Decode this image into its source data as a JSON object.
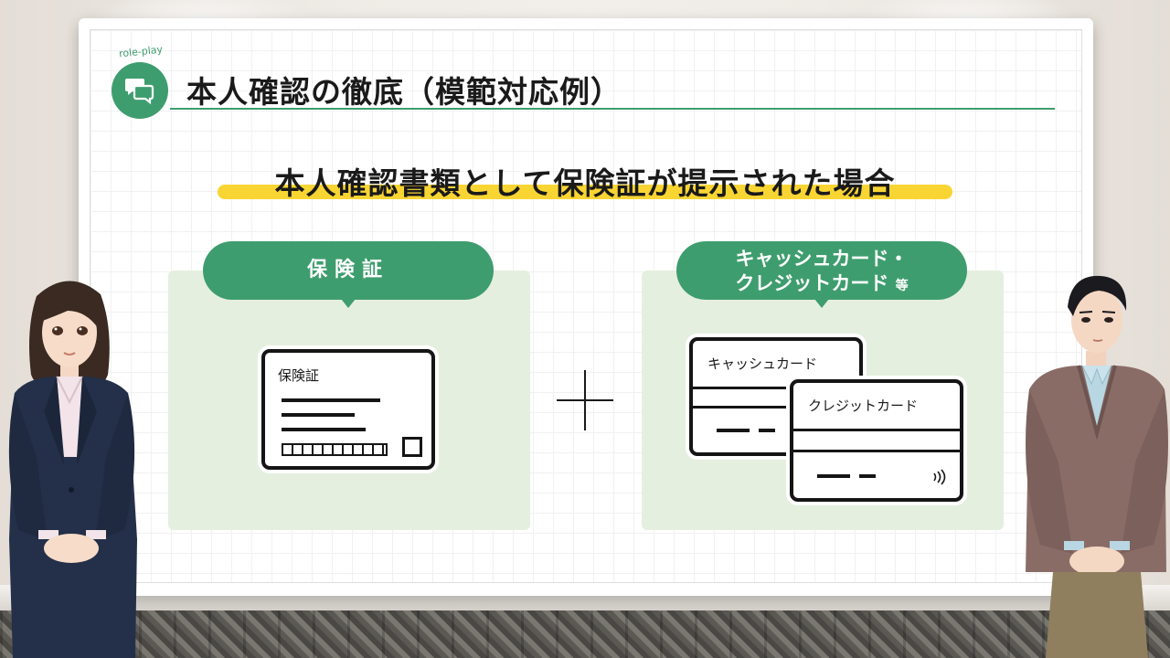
{
  "header": {
    "badge_text": "role-play",
    "title": "本人確認の徹底（模範対応例）"
  },
  "subtitle": "本人確認書類として保険証が提示された場合",
  "left_panel": {
    "pill_label": "保険証",
    "card_label": "保険証"
  },
  "right_panel": {
    "pill_line1": "キャッシュカード・",
    "pill_line2": "クレジットカード",
    "pill_suffix": "等",
    "cash_card_label": "キャッシュカード",
    "credit_card_label": "クレジットカード"
  },
  "colors": {
    "accent_green": "#3e9d6e",
    "panel_bg": "#e5efdf",
    "highlight_yellow": "#f9d533"
  },
  "icons": {
    "badge": "chat-bubbles-icon",
    "contactless": "nfc-icon",
    "combine": "plus-icon"
  }
}
